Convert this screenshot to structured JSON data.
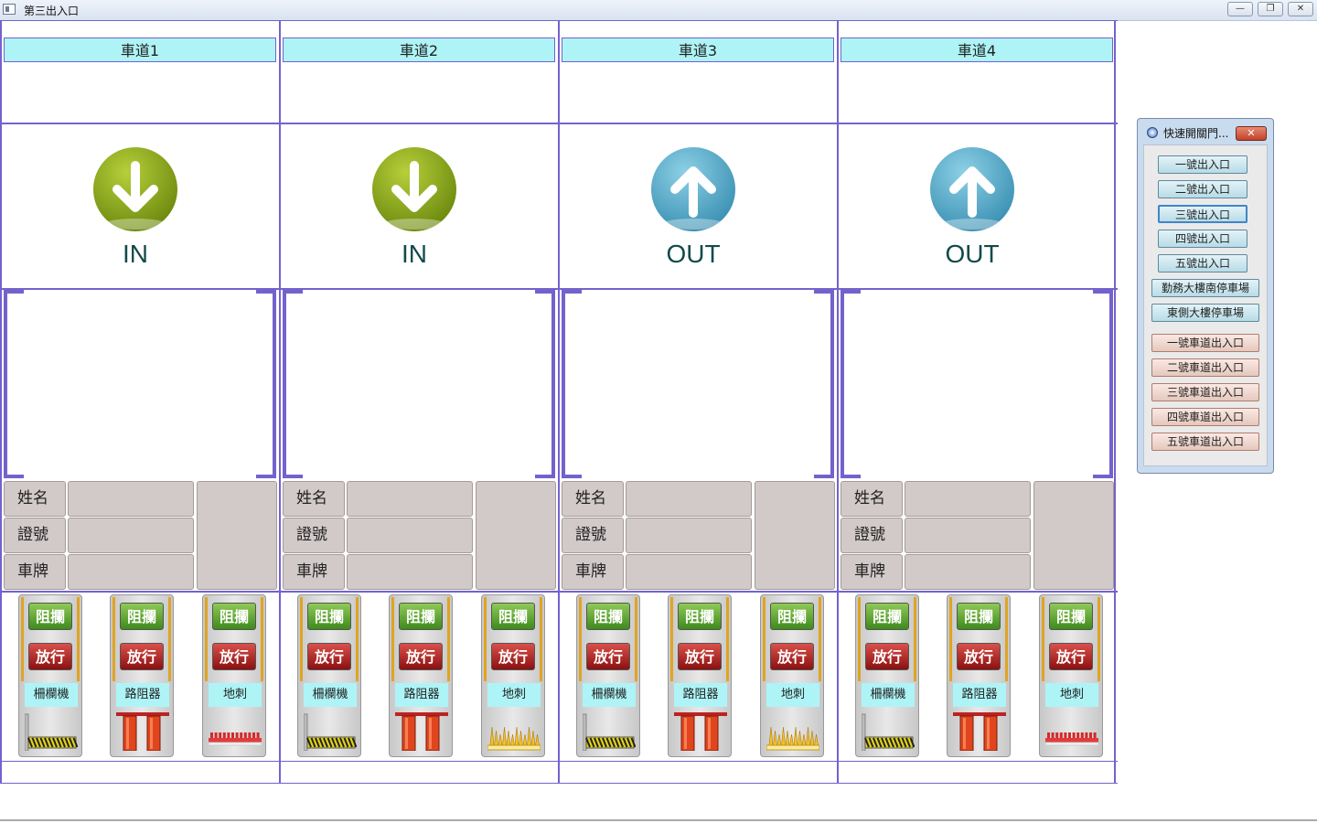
{
  "window": {
    "title": "第三出入口"
  },
  "lanes": [
    {
      "name": "車道1",
      "direction": "IN",
      "direction_icon": "green-down-arrow-icon",
      "info": {
        "name_label": "姓名",
        "id_label": "證號",
        "plate_label": "車牌"
      },
      "devices": [
        {
          "type": "barrier-gate",
          "block_label": "阻攔",
          "pass_label": "放行",
          "name": "柵欄機"
        },
        {
          "type": "road-blocker",
          "block_label": "阻攔",
          "pass_label": "放行",
          "name": "路阻器"
        },
        {
          "type": "spike-strip",
          "block_label": "阻攔",
          "pass_label": "放行",
          "name": "地刺"
        }
      ]
    },
    {
      "name": "車道2",
      "direction": "IN",
      "direction_icon": "green-down-arrow-icon",
      "info": {
        "name_label": "姓名",
        "id_label": "證號",
        "plate_label": "車牌"
      },
      "devices": [
        {
          "type": "barrier-gate",
          "block_label": "阻攔",
          "pass_label": "放行",
          "name": "柵欄機"
        },
        {
          "type": "road-blocker",
          "block_label": "阻攔",
          "pass_label": "放行",
          "name": "路阻器"
        },
        {
          "type": "spike-strip",
          "block_label": "阻攔",
          "pass_label": "放行",
          "name": "地刺"
        }
      ]
    },
    {
      "name": "車道3",
      "direction": "OUT",
      "direction_icon": "blue-up-arrow-icon",
      "info": {
        "name_label": "姓名",
        "id_label": "證號",
        "plate_label": "車牌"
      },
      "devices": [
        {
          "type": "barrier-gate",
          "block_label": "阻攔",
          "pass_label": "放行",
          "name": "柵欄機"
        },
        {
          "type": "road-blocker",
          "block_label": "阻攔",
          "pass_label": "放行",
          "name": "路阻器"
        },
        {
          "type": "spike-strip",
          "block_label": "阻攔",
          "pass_label": "放行",
          "name": "地刺"
        }
      ]
    },
    {
      "name": "車道4",
      "direction": "OUT",
      "direction_icon": "blue-up-arrow-icon",
      "info": {
        "name_label": "姓名",
        "id_label": "證號",
        "plate_label": "車牌"
      },
      "devices": [
        {
          "type": "barrier-gate",
          "block_label": "阻攔",
          "pass_label": "放行",
          "name": "柵欄機"
        },
        {
          "type": "road-blocker",
          "block_label": "阻攔",
          "pass_label": "放行",
          "name": "路阻器"
        },
        {
          "type": "spike-strip",
          "block_label": "阻攔",
          "pass_label": "放行",
          "name": "地刺"
        }
      ]
    }
  ],
  "quick_panel": {
    "title": "快速開關門...",
    "gate_buttons": [
      "一號出入口",
      "二號出入口",
      "三號出入口",
      "四號出入口",
      "五號出入口",
      "勤務大樓南停車場",
      "東側大樓停車場"
    ],
    "lane_buttons": [
      "一號車道出入口",
      "二號車道出入口",
      "三號車道出入口",
      "四號車道出入口",
      "五號車道出入口"
    ],
    "active_button": "三號出入口"
  },
  "colors": {
    "lane_border": "#7462cc",
    "lane_header_bg": "#aef4f6",
    "in_arrow": "#8aab15",
    "out_arrow": "#4ea8c7",
    "block_button": "#4e9a26",
    "pass_button": "#a41a1a"
  }
}
